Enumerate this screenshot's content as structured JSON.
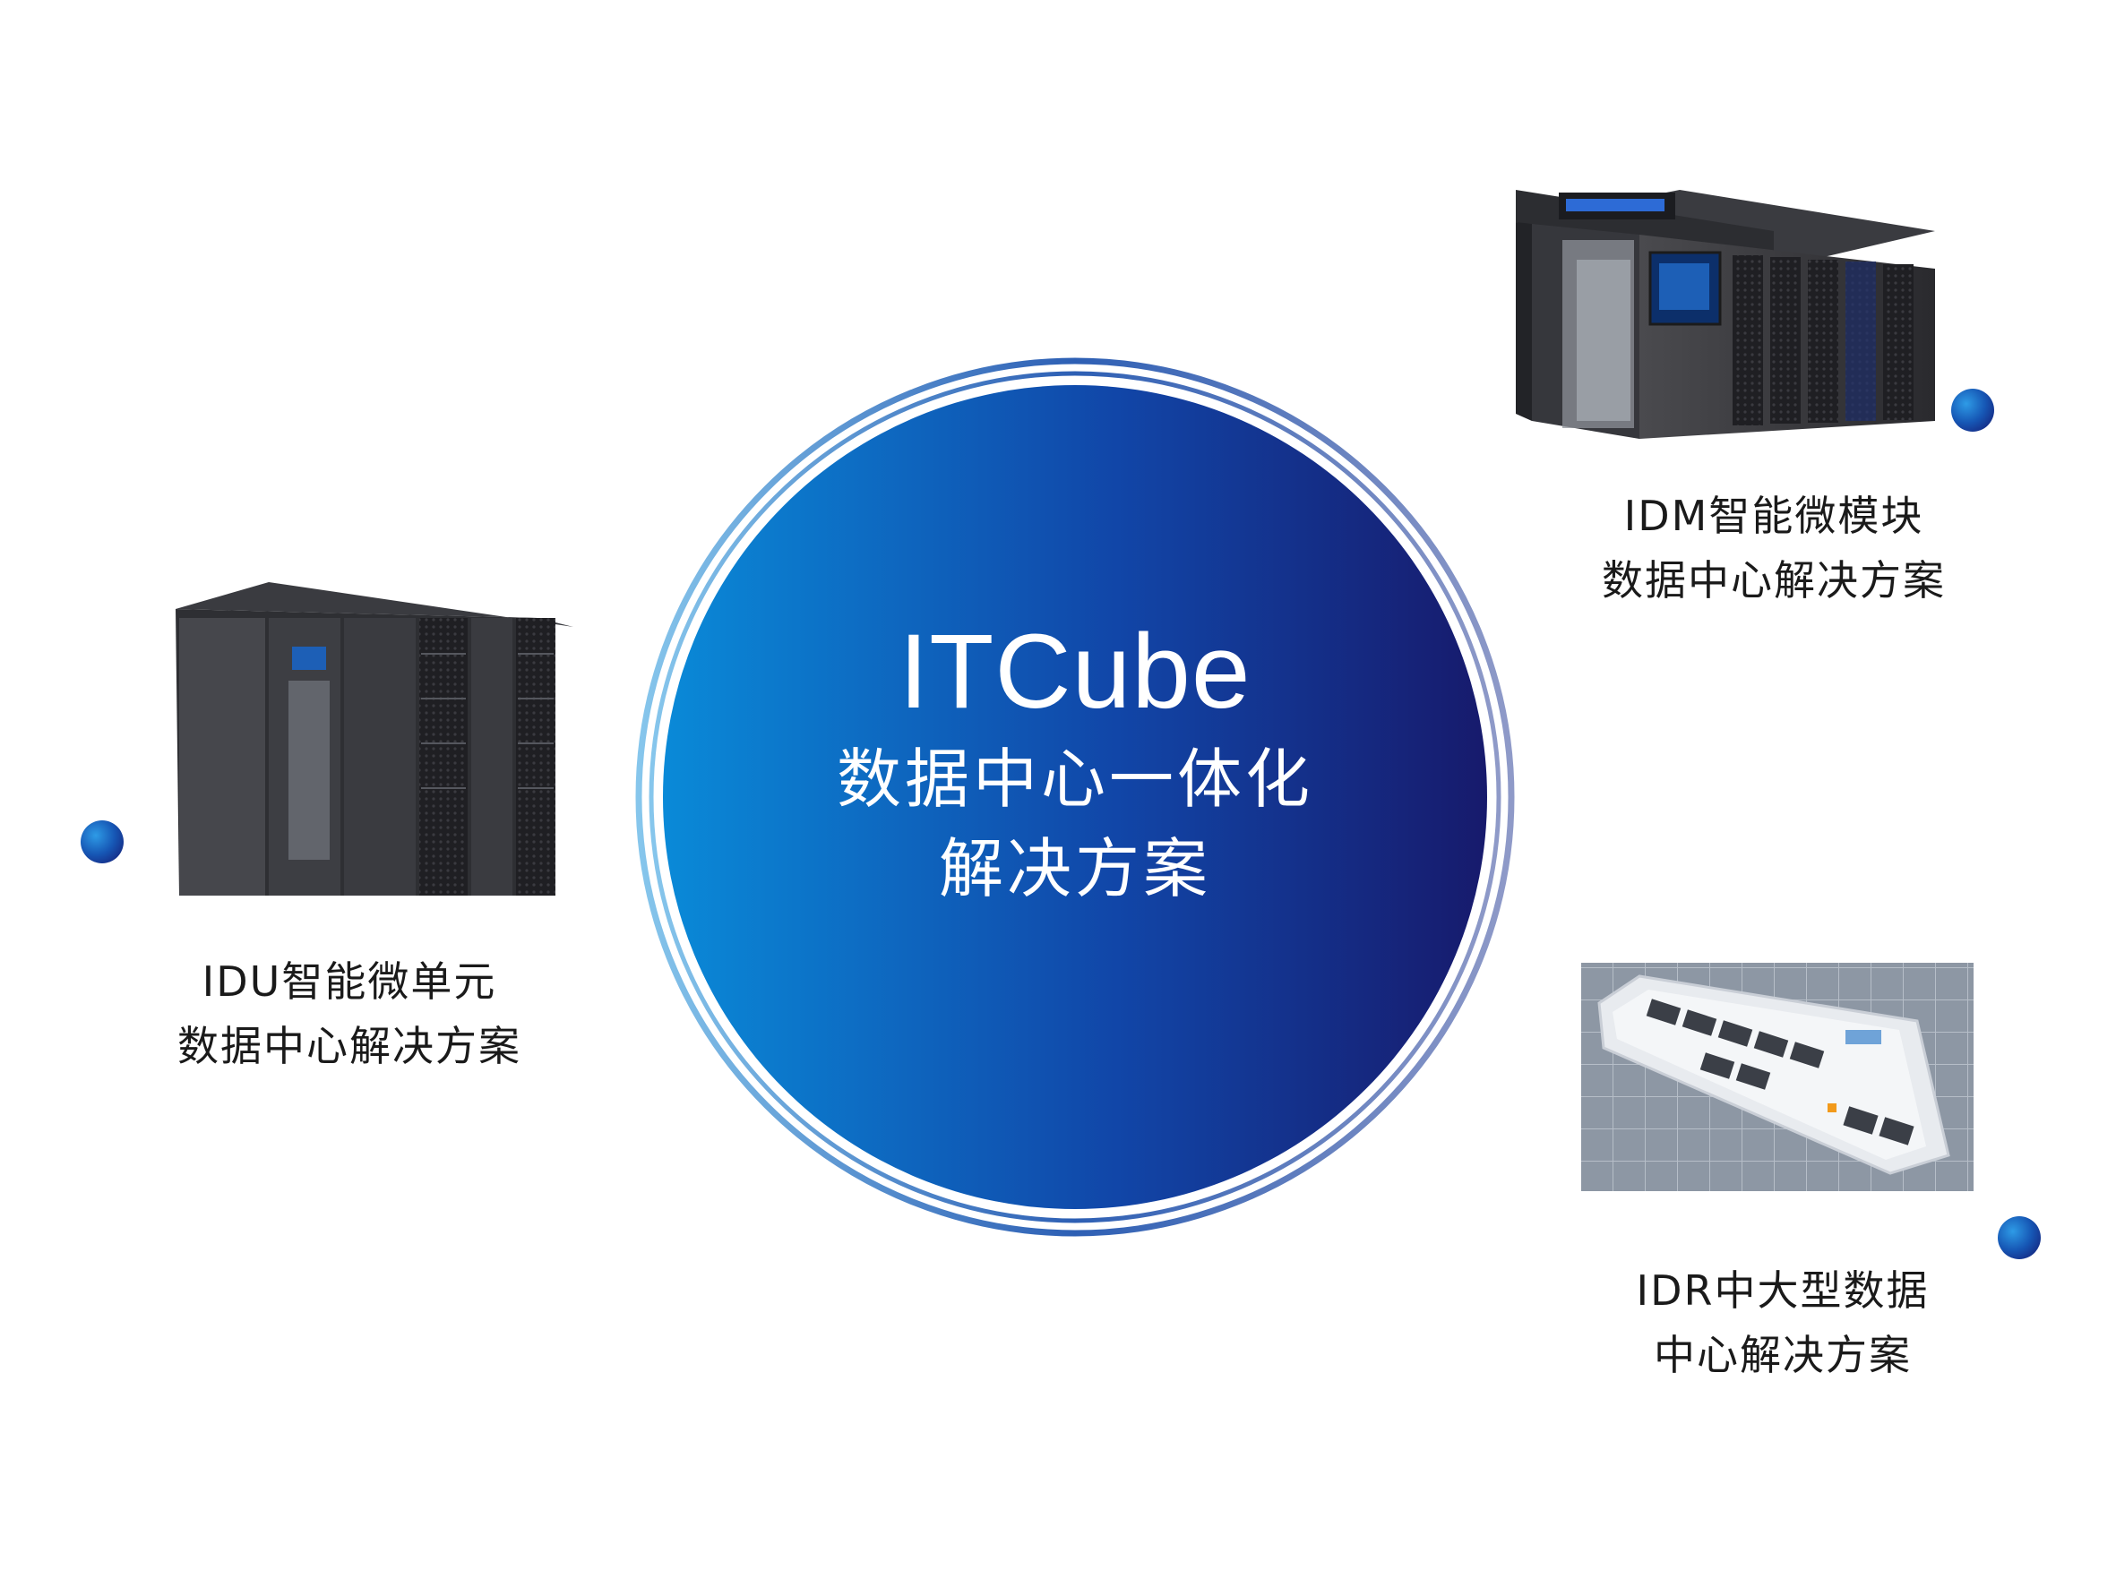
{
  "center": {
    "title": "ITCube",
    "subtitle_line1": "数据中心一体化",
    "subtitle_line2": "解决方案"
  },
  "nodes": {
    "idm": {
      "line1": "IDM智能微模块",
      "line2": "数据中心解决方案"
    },
    "idu": {
      "line1": "IDU智能微单元",
      "line2": "数据中心解决方案"
    },
    "idr": {
      "line1": "IDR中大型数据",
      "line2": "中心解决方案"
    }
  },
  "colors": {
    "circle_light": "#0a7fd4",
    "circle_dark": "#151a6e",
    "connector": "#1c3d9a",
    "text": "#1a1a1a"
  }
}
